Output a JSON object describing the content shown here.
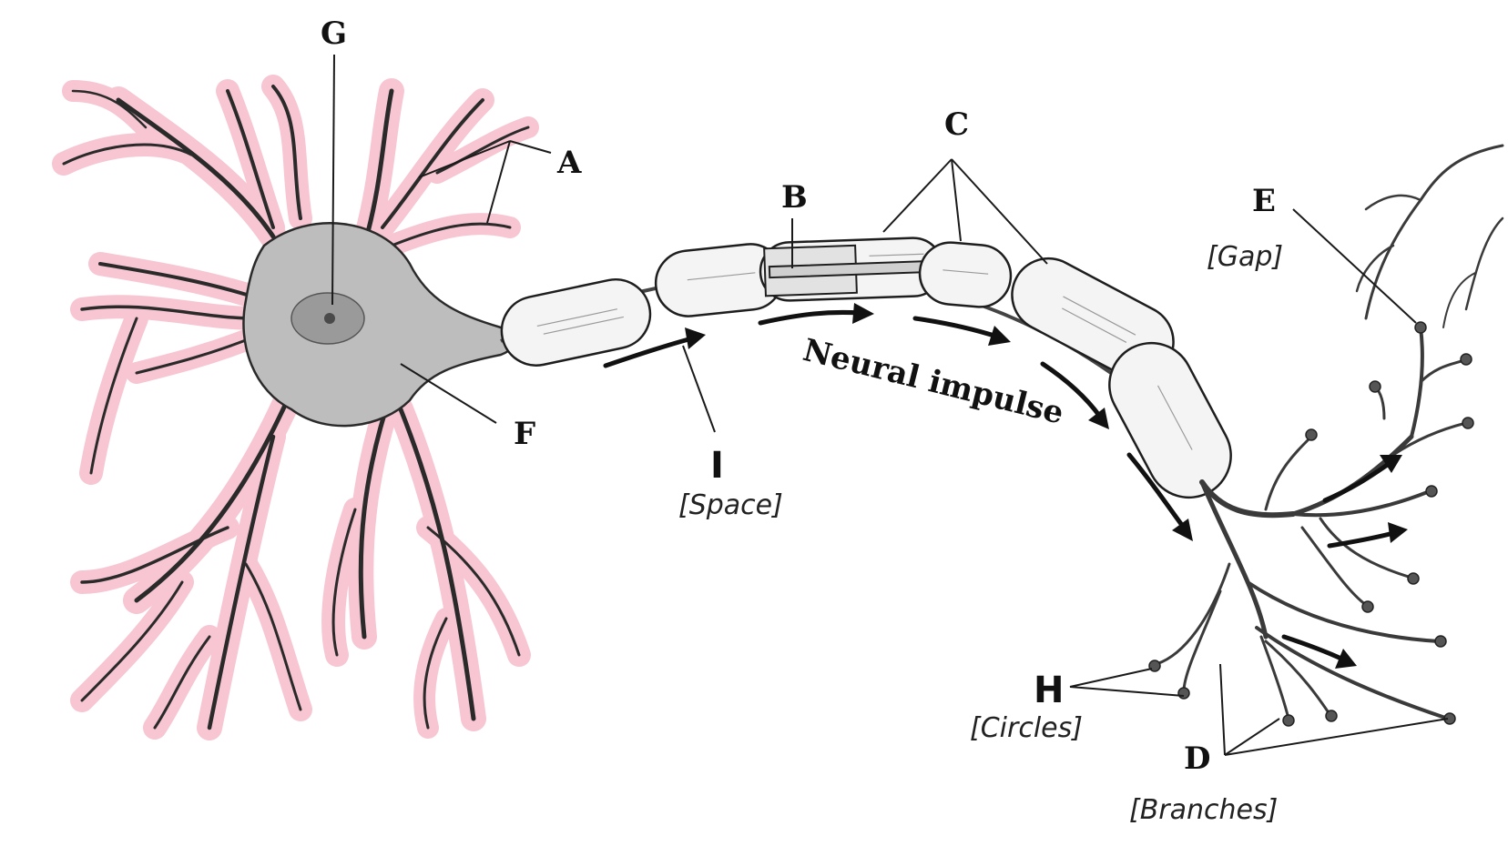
{
  "diagram": {
    "labels": {
      "A": "A",
      "B": "B",
      "C": "C",
      "D": "D",
      "E": "E",
      "F": "F",
      "G": "G",
      "H": "H",
      "I": "I"
    },
    "handwritten_notes": {
      "gap": "[Gap]",
      "space": "[Space]",
      "circles": "[Circles]",
      "branches": "[Branches]"
    },
    "impulse_text": "Neural impulse",
    "colors": {
      "dendrite_highlight": "#f7c6d2",
      "ink": "#1e1e1e",
      "sheath_fill": "#f4f4f4",
      "soma_fill": "#bdbdbd"
    }
  }
}
